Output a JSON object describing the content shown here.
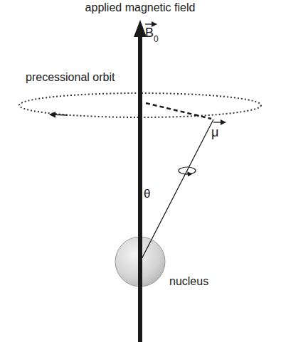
{
  "diagram": {
    "labels": [
      "applied magnetic field",
      "B",
      "0",
      "precessional orbit",
      "μ",
      "θ",
      "nucleus"
    ]
  }
}
